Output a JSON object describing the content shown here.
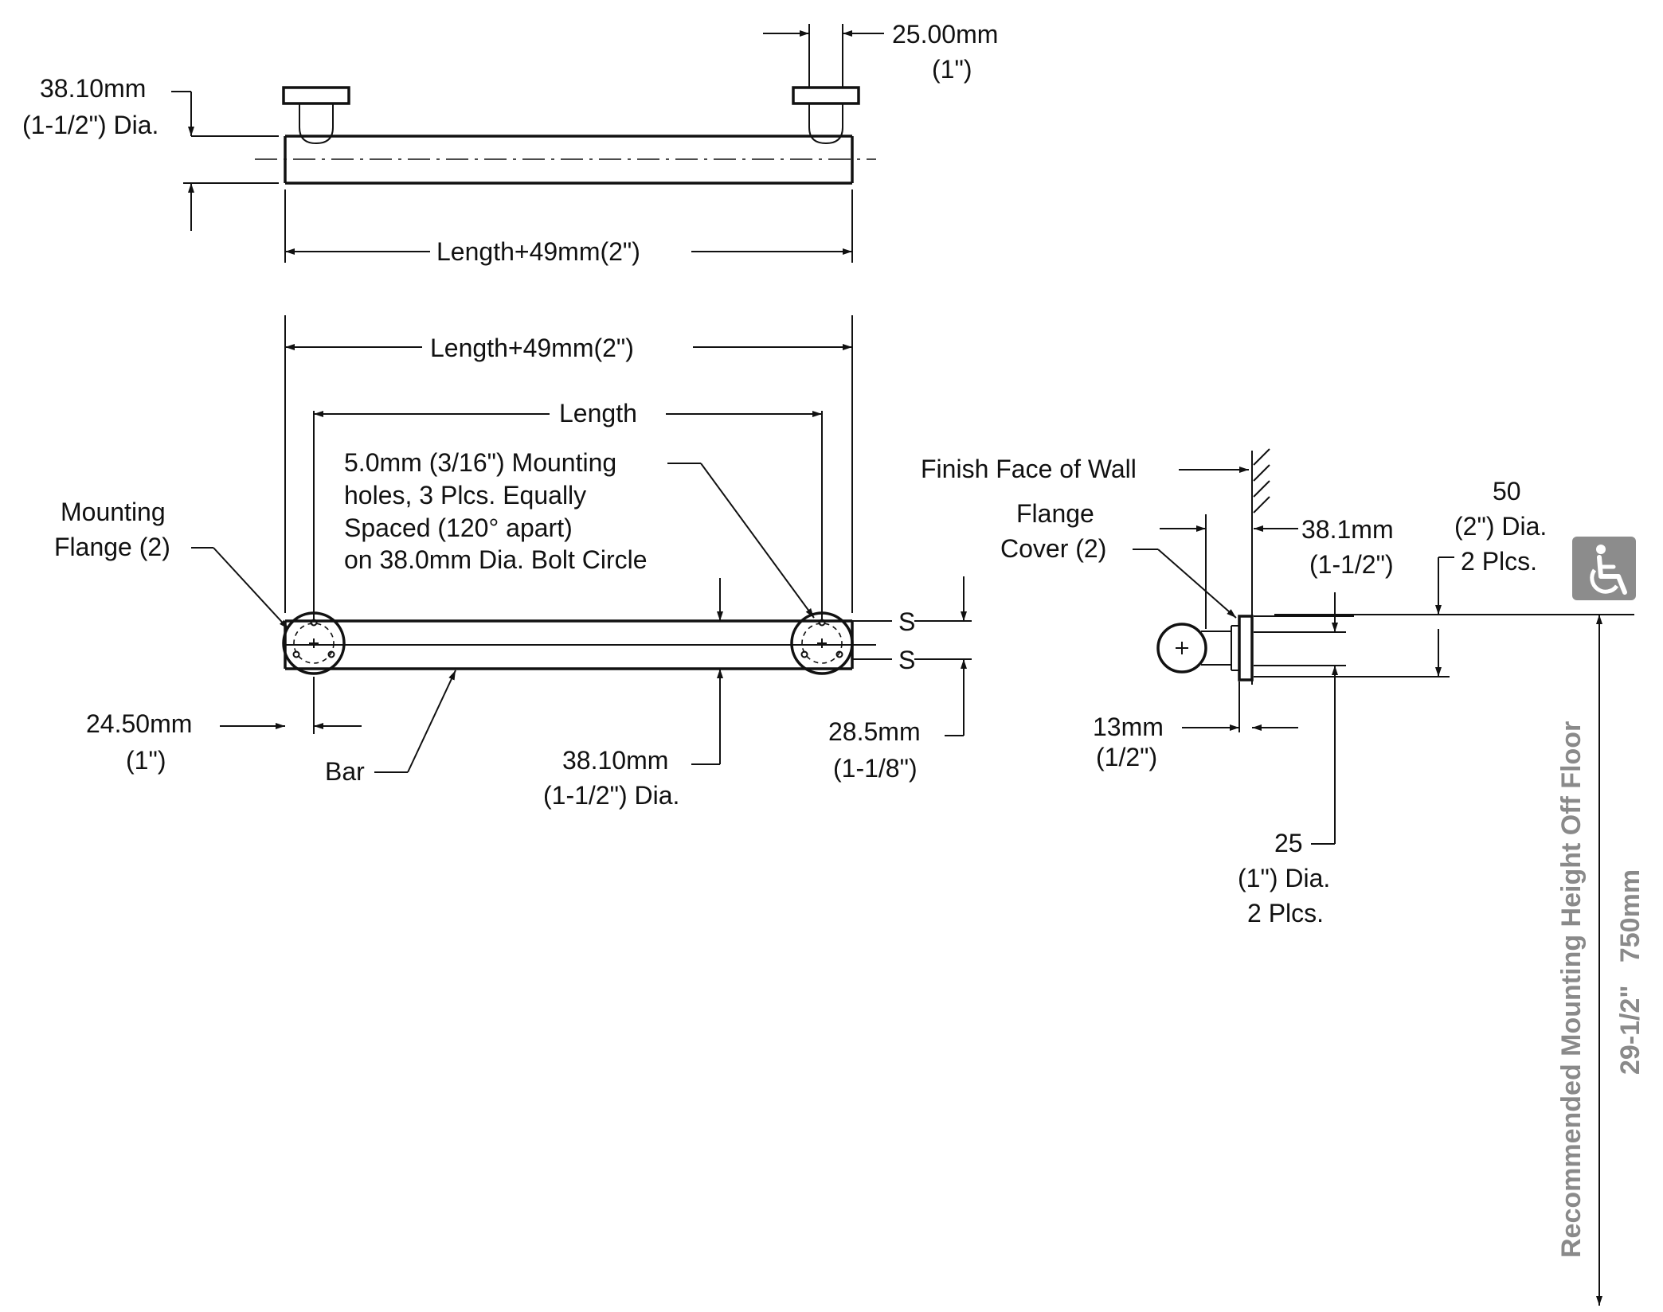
{
  "top_view": {
    "post_width": "25.00mm",
    "post_width_in": "(1\")",
    "bar_dia": "38.10mm",
    "bar_dia_in": "(1-1/2\") Dia.",
    "overall_length": "Length+49mm(2\")"
  },
  "front_view": {
    "overall_length": "Length+49mm(2\")",
    "length": "Length",
    "mounting_holes_note": [
      "5.0mm (3/16\") Mounting",
      "holes, 3 Plcs. Equally",
      "Spaced (120° apart)",
      "on 38.0mm Dia. Bolt Circle"
    ],
    "flange_label": [
      "Mounting",
      "Flange (2)"
    ],
    "flange_offset": "24.50mm",
    "flange_offset_in": "(1\")",
    "bar_label": "Bar",
    "bar_dia": "38.10mm",
    "bar_dia_in": "(1-1/2\") Dia.",
    "centerline_mark": "S",
    "half_height": "28.5mm",
    "half_height_in": "(1-1/8\")"
  },
  "side_view": {
    "wall_label": "Finish Face of Wall",
    "flange_cover_label": [
      "Flange",
      "Cover (2)"
    ],
    "projection": "38.1mm",
    "projection_in": "(1-1/2\")",
    "flange_dia": [
      "50",
      "(2\") Dia.",
      "2 Plcs."
    ],
    "flange_thickness": "13mm",
    "flange_thickness_in": "(1/2\")",
    "post_dia": [
      "25",
      "(1\") Dia.",
      "2 Plcs."
    ]
  },
  "mounting_height": {
    "label": "Recommended Mounting Height Off Floor",
    "value": "29-1/2\"   750mm"
  },
  "accessibility_icon": "wheelchair-icon",
  "colors": {
    "ink": "#111111",
    "grey_text": "#8a8a8a",
    "icon_bg": "#8c8c8c"
  }
}
